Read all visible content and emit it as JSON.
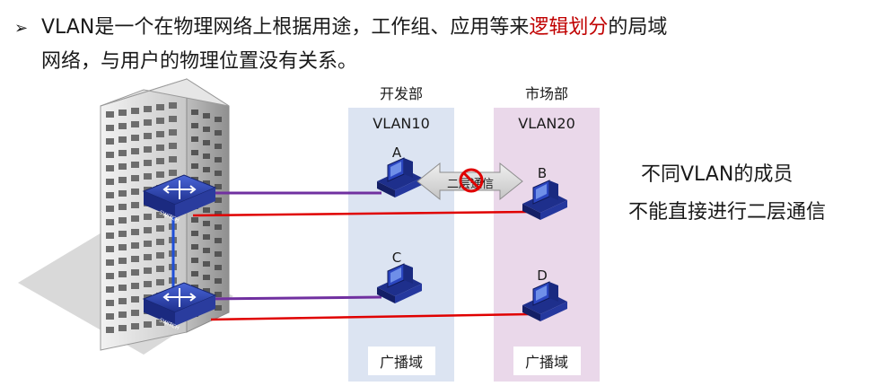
{
  "intro": {
    "bullet_glyph": "➢",
    "line1_prefix": "VLAN是一个在物理网络上根据用途，工作组、应用等来",
    "line1_highlight": "逻辑划分",
    "line1_suffix": "的局域",
    "line2": "网络，与用户的物理位置没有关系。",
    "highlight_color": "#c00000"
  },
  "groups": [
    {
      "dept": "开发部",
      "vlan": "VLAN10",
      "domain_label": "广播域",
      "color": "#dce4f2"
    },
    {
      "dept": "市场部",
      "vlan": "VLAN20",
      "domain_label": "广播域",
      "color": "#ead8ea"
    }
  ],
  "hosts": [
    {
      "label": "A",
      "vlan": "VLAN10"
    },
    {
      "label": "B",
      "vlan": "VLAN20"
    },
    {
      "label": "C",
      "vlan": "VLAN10"
    },
    {
      "label": "D",
      "vlan": "VLAN20"
    }
  ],
  "switches": [
    {
      "label": "SWITCH"
    },
    {
      "label": "SWITCH"
    }
  ],
  "blocked_link": {
    "text": "二层通信",
    "from": "A",
    "to": "B"
  },
  "note": {
    "line1": "不同VLAN的成员",
    "line2": "不能直接进行二层通信"
  },
  "colors": {
    "vlan10_link": "#7030a0",
    "vlan20_link": "#e00000",
    "trunk": "#1f4fd8",
    "block": "#e00000"
  }
}
